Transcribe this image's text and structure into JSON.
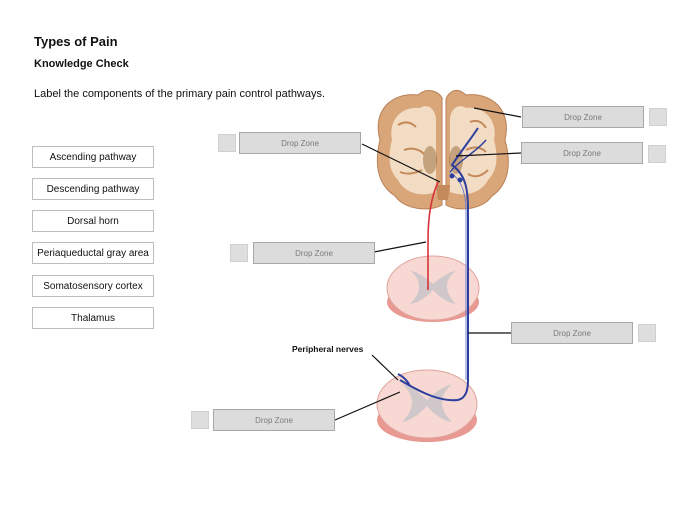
{
  "page": {
    "title": "Types of Pain",
    "subtitle": "Knowledge Check",
    "instruction": "Label the components of the primary pain control pathways."
  },
  "labels": [
    "Ascending pathway",
    "Descending pathway",
    "Dorsal horn",
    "Periaqueductal gray area",
    "Somatosensory cortex",
    "Thalamus"
  ],
  "drop_zone_text": "Drop Zone",
  "diagram": {
    "peripheral_nerves_label": "Peripheral nerves"
  },
  "colors": {
    "ascending_path": "#2c3e9e",
    "descending_path": "#d8323a",
    "drop_zone_fill": "#dcdcdc",
    "brain_tissue": "#d4a37a",
    "spinal_tissue": "#f2c6c0"
  }
}
